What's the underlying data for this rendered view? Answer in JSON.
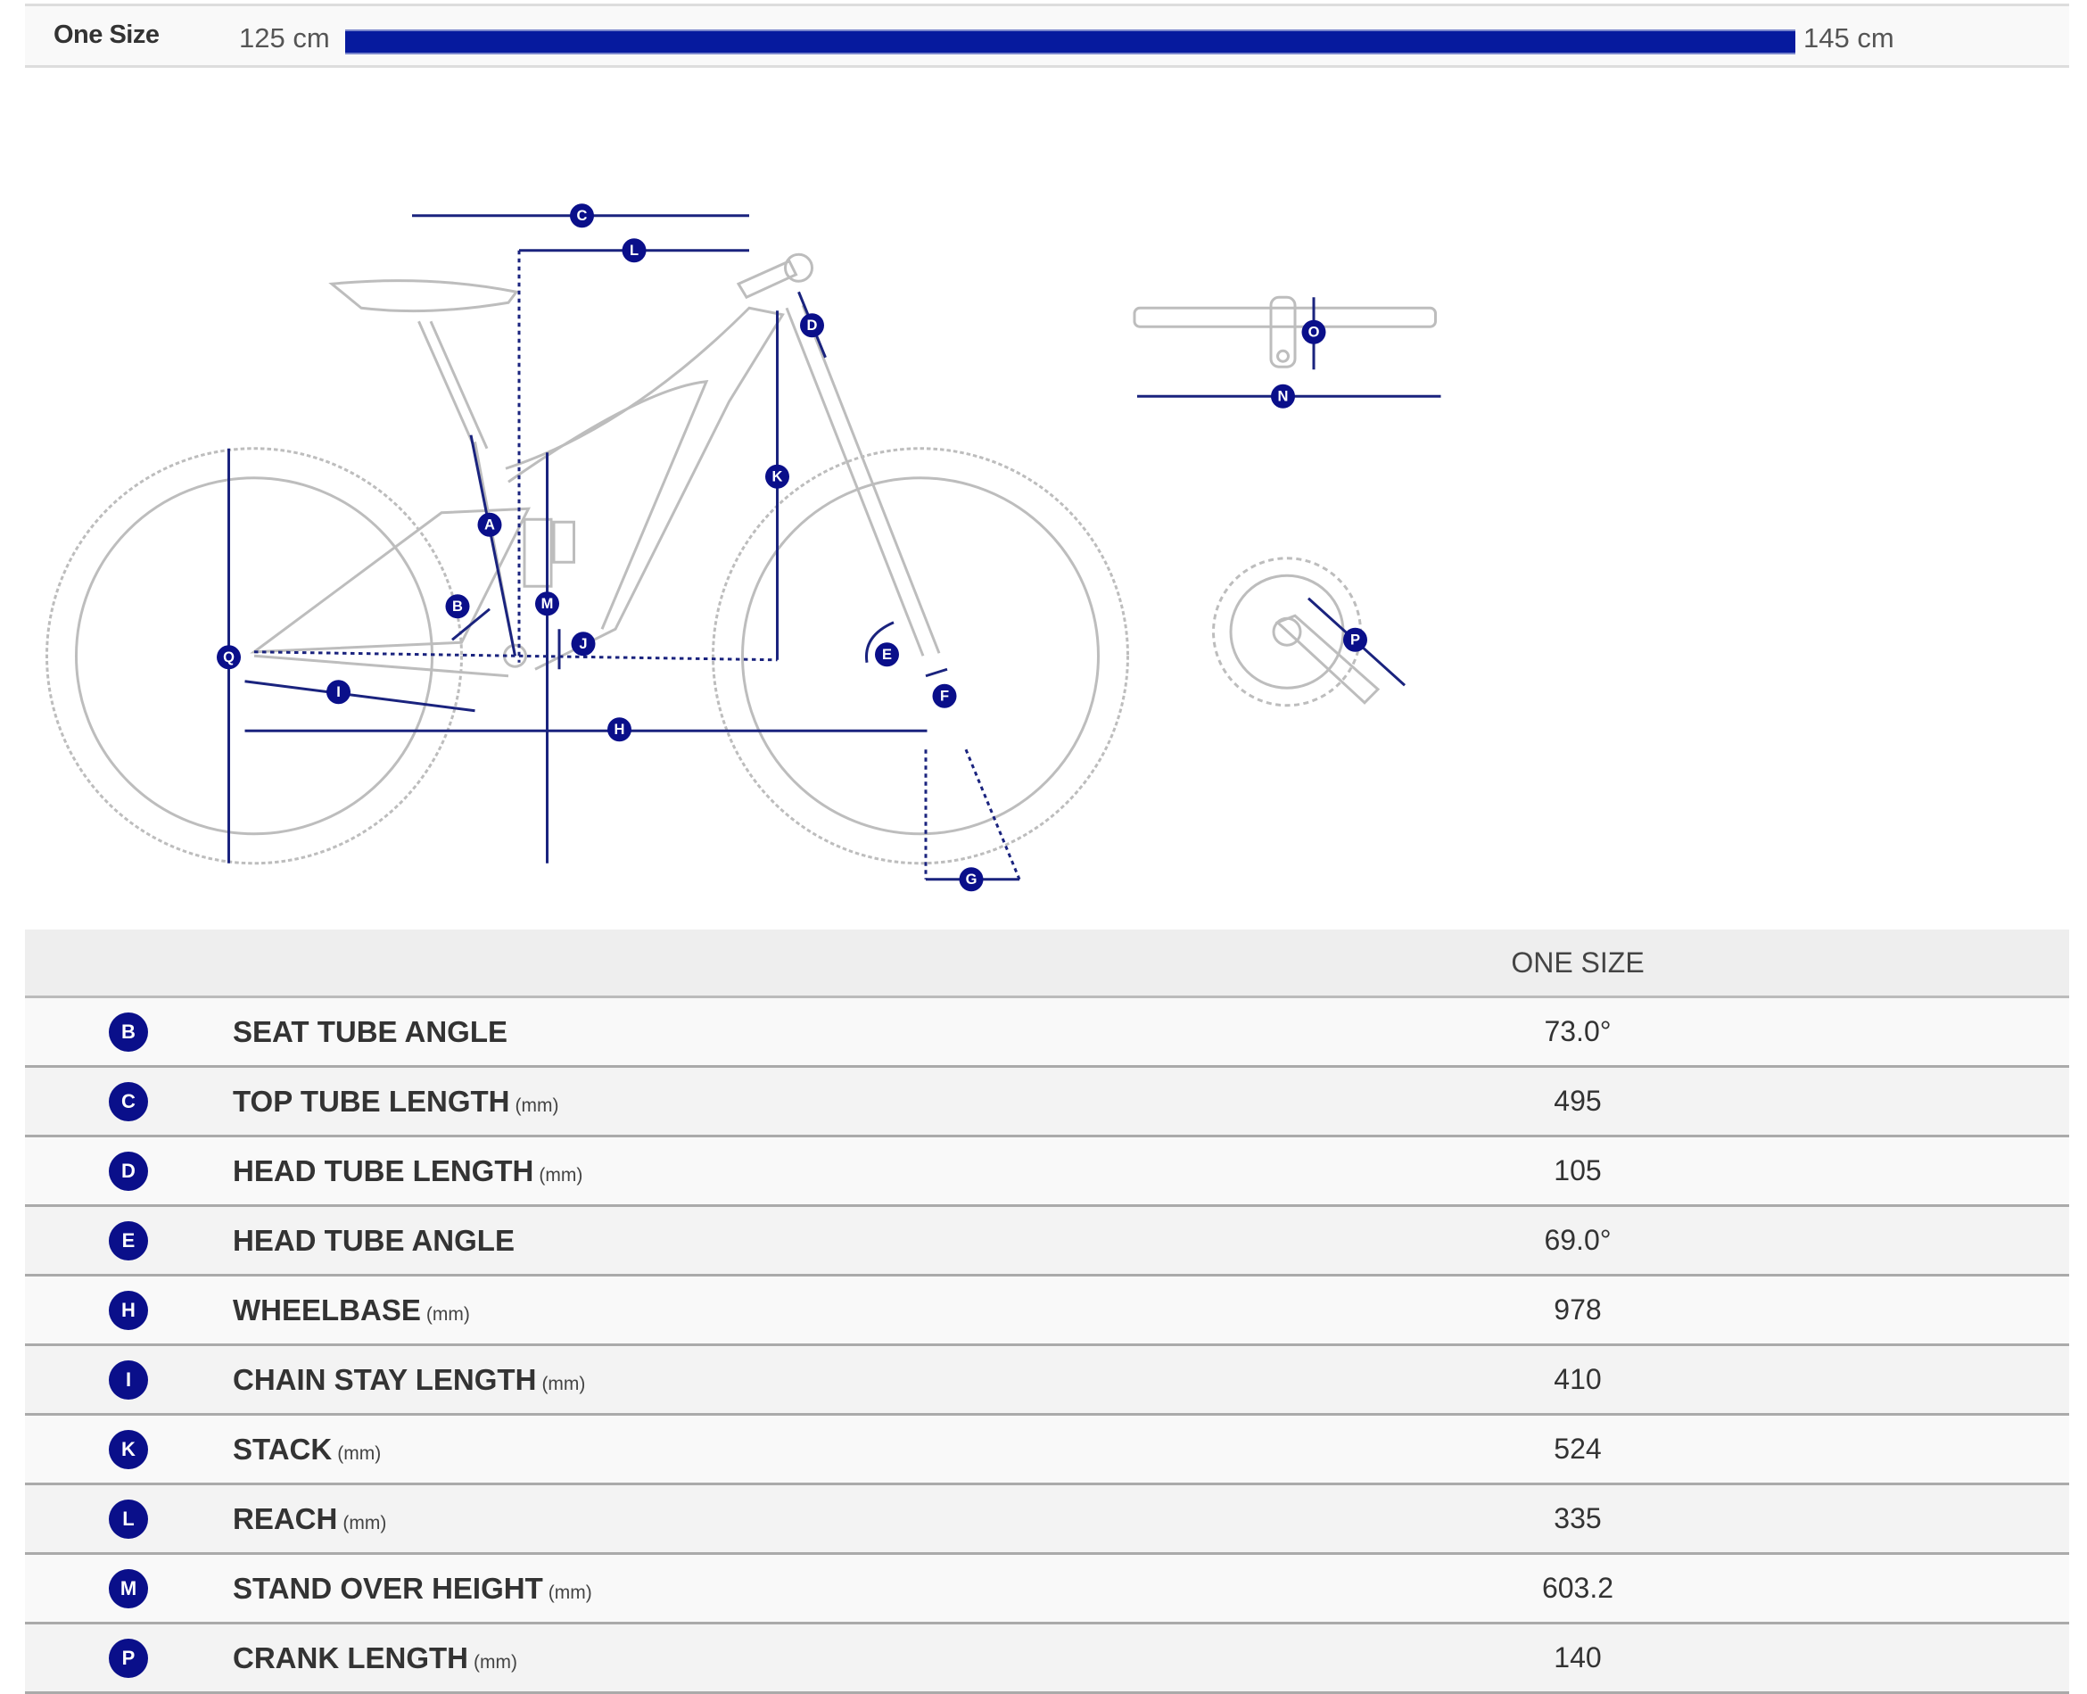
{
  "size_bar": {
    "name": "One Size",
    "min": "125 cm",
    "max": "145 cm",
    "color": "#061a9e"
  },
  "diagram_markers": [
    "A",
    "B",
    "C",
    "D",
    "E",
    "F",
    "G",
    "H",
    "I",
    "J",
    "K",
    "L",
    "M",
    "N",
    "O",
    "P",
    "Q"
  ],
  "table": {
    "column_header": "ONE SIZE",
    "rows": [
      {
        "code": "B",
        "label": "SEAT TUBE ANGLE",
        "unit": "",
        "value": "73.0°"
      },
      {
        "code": "C",
        "label": "TOP TUBE LENGTH",
        "unit": "(mm)",
        "value": "495"
      },
      {
        "code": "D",
        "label": "HEAD TUBE LENGTH",
        "unit": "(mm)",
        "value": "105"
      },
      {
        "code": "E",
        "label": "HEAD TUBE ANGLE",
        "unit": "",
        "value": "69.0°"
      },
      {
        "code": "H",
        "label": "WHEELBASE",
        "unit": "(mm)",
        "value": "978"
      },
      {
        "code": "I",
        "label": "CHAIN STAY LENGTH",
        "unit": "(mm)",
        "value": "410"
      },
      {
        "code": "K",
        "label": "STACK",
        "unit": "(mm)",
        "value": "524"
      },
      {
        "code": "L",
        "label": "REACH",
        "unit": "(mm)",
        "value": "335"
      },
      {
        "code": "M",
        "label": "STAND OVER HEIGHT",
        "unit": "(mm)",
        "value": "603.2"
      },
      {
        "code": "P",
        "label": "CRANK LENGTH",
        "unit": "(mm)",
        "value": "140"
      }
    ]
  }
}
